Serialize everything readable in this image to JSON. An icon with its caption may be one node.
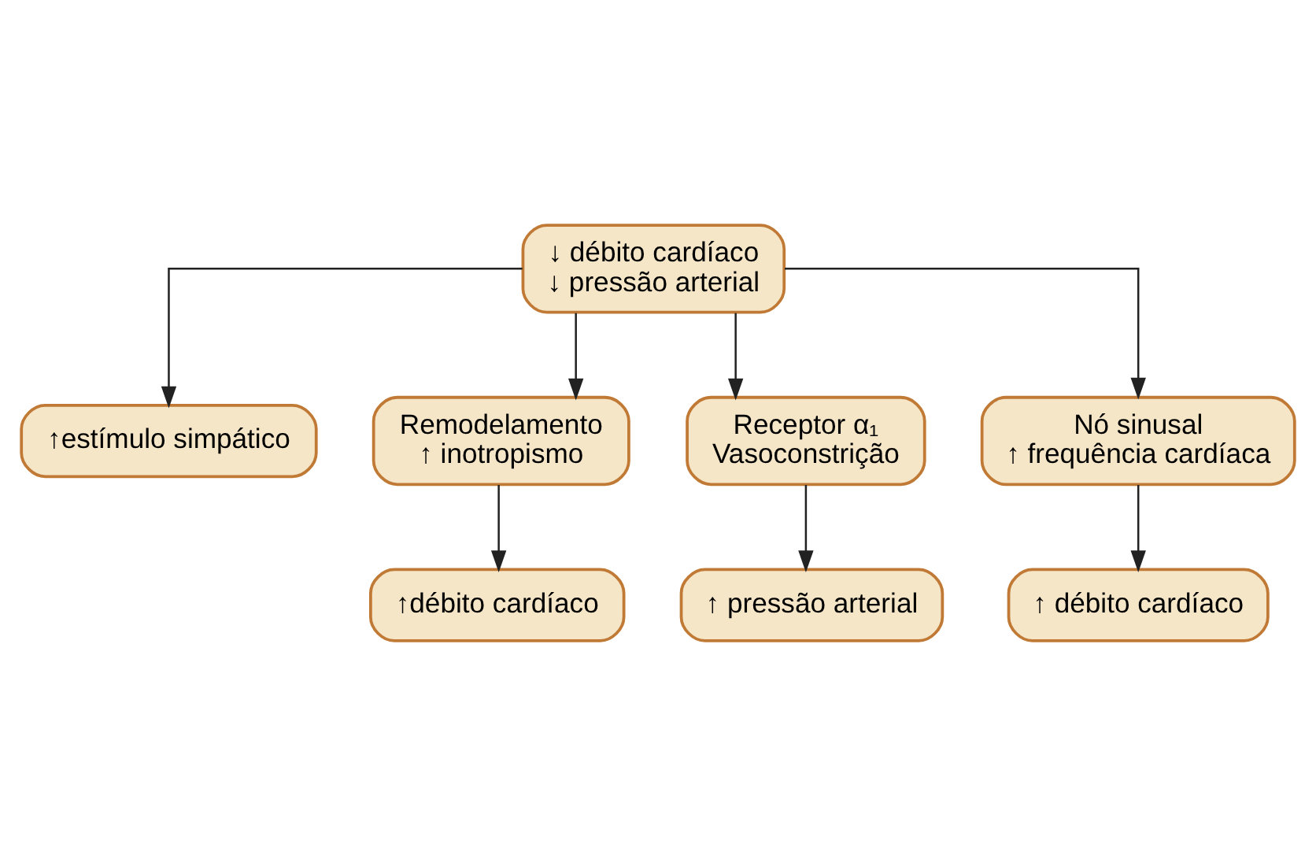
{
  "diagram": {
    "nodes": [
      {
        "text": [
          "↓ débito cardíaco",
          "↓ pressão arterial"
        ]
      },
      {
        "text": [
          "↑estímulo simpático"
        ]
      },
      {
        "text": [
          "Remodelamento",
          "↑ inotropismo"
        ]
      },
      {
        "text": [
          "Receptor α₁",
          "Vasoconstrição"
        ]
      },
      {
        "text": [
          "Nó sinusal",
          "↑ frequência cardíaca"
        ]
      },
      {
        "text": [
          "↑débito cardíaco"
        ]
      },
      {
        "text": [
          "↑ pressão arterial"
        ]
      },
      {
        "text": [
          "↑ débito cardíaco"
        ]
      }
    ],
    "edges": [
      {
        "from": 0,
        "to": 1,
        "arrow": "to"
      },
      {
        "from": 0,
        "to": 2,
        "arrow": "to"
      },
      {
        "from": 0,
        "to": 3,
        "arrow": "to"
      },
      {
        "from": 0,
        "to": 4,
        "arrow": "to"
      },
      {
        "from": 2,
        "to": 5,
        "arrow": "to"
      },
      {
        "from": 3,
        "to": 6,
        "arrow": "to"
      },
      {
        "from": 4,
        "to": 7,
        "arrow": "to"
      }
    ]
  }
}
